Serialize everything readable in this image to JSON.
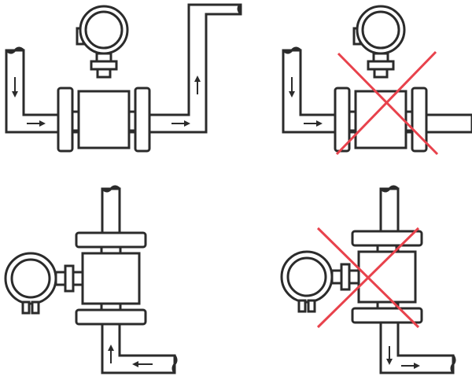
{
  "colors": {
    "line": "#2b2b2b",
    "background": "#ffffff",
    "cross_mark": "#e8424c"
  },
  "panels": [
    {
      "orientation": "horizontal",
      "status": "correct",
      "flow_path": "down-right-up",
      "mark": "none"
    },
    {
      "orientation": "horizontal",
      "status": "incorrect",
      "flow_path": "down-right",
      "mark": "red-cross"
    },
    {
      "orientation": "vertical",
      "status": "correct",
      "flow_path": "left-up",
      "mark": "none"
    },
    {
      "orientation": "vertical",
      "status": "incorrect",
      "flow_path": "down-right",
      "mark": "red-cross"
    }
  ]
}
